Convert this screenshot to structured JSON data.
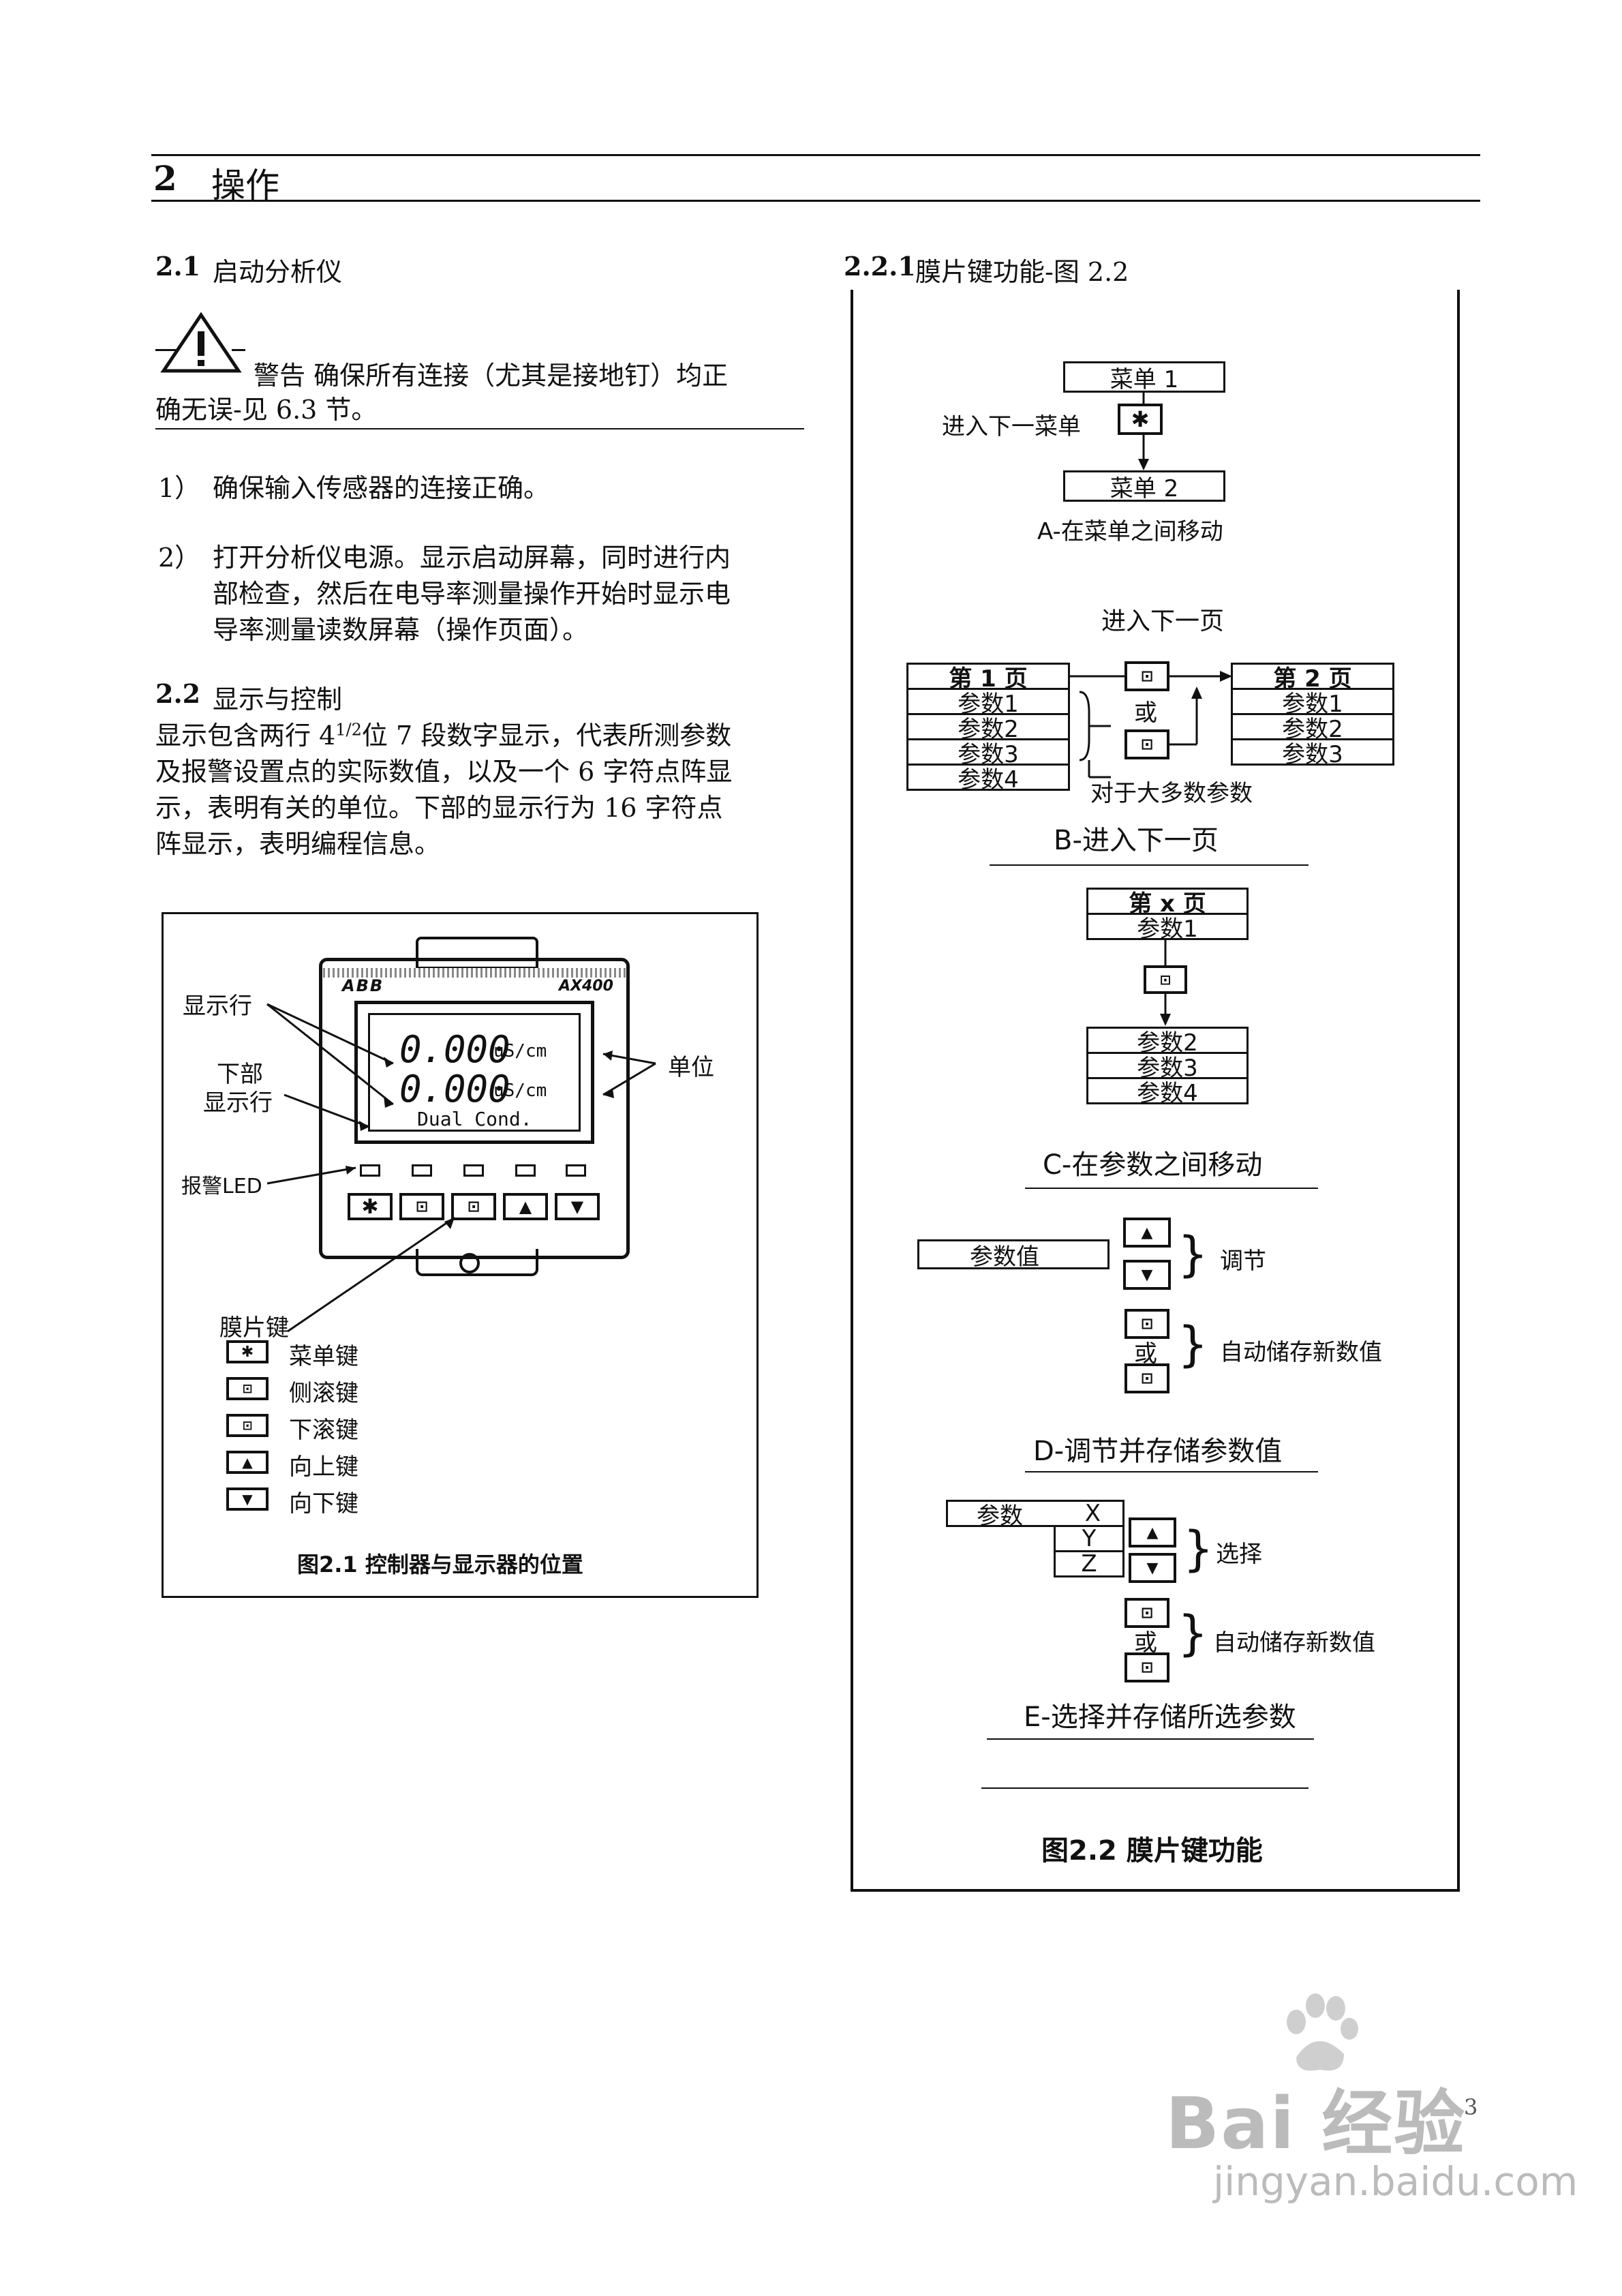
{
  "header": {
    "chapter_num": "2",
    "chapter_title": "操作"
  },
  "s21": {
    "num": "2.1",
    "title": "启动分析仪"
  },
  "warning": {
    "line1": "警告 确保所有连接（尤其是接地钉）均正",
    "line2": "确无误-见 6.3 节。"
  },
  "steps": [
    {
      "num": "1）",
      "lines": [
        "确保输入传感器的连接正确。"
      ]
    },
    {
      "num": "2）",
      "lines": [
        "打开分析仪电源。显示启动屏幕，同时进行内",
        "部检查，然后在电导率测量操作开始时显示电",
        "导率测量读数屏幕（操作页面）。"
      ]
    }
  ],
  "s22": {
    "num": "2.2",
    "title": "显示与控制",
    "p_start": "显示包含两行 4",
    "p_sup": "1/2",
    "p_after": "位 7 段数字显示，代表所测参数",
    "lines": [
      "及报警设置点的实际数值，以及一个 6 字符点阵显",
      "示，表明有关的单位。下部的显示行为 16 字符点",
      "阵显示，表明编程信息。"
    ]
  },
  "fig21": {
    "brand": "ABB",
    "model": "AX400",
    "reading1": "0.000",
    "reading2": "0.000",
    "unit": "uS/cm",
    "bottom_line": "Dual Cond.",
    "label_display_rows": "显示行",
    "label_lower_1": "下部",
    "label_lower_2": "显示行",
    "label_units": "单位",
    "label_alarm": "报警LED",
    "label_membrane": "膜片键",
    "legend": [
      "菜单键",
      "侧滚键",
      "下滚键",
      "向上键",
      "向下键"
    ],
    "caption": "图2.1 控制器与显示器的位置"
  },
  "s221": {
    "num": "2.2.1",
    "title": "膜片键功能-图 2.2"
  },
  "fig22": {
    "A": {
      "menu1": "菜单 1",
      "next_menu": "进入下一菜单",
      "menu2": "菜单 2",
      "caption": "A-在菜单之间移动"
    },
    "B": {
      "next_page": "进入下一页",
      "page1": "第 1 页",
      "page1_params": [
        "参数1",
        "参数2",
        "参数3",
        "参数4"
      ],
      "or": "或",
      "page2": "第 2 页",
      "page2_params": [
        "参数1",
        "参数2",
        "参数3"
      ],
      "most_params": "对于大多数参数",
      "caption": "B-进入下一页"
    },
    "C": {
      "pagex": "第 x 页",
      "param1": "参数1",
      "params": [
        "参数2",
        "参数3",
        "参数4"
      ],
      "caption": "C-在参数之间移动"
    },
    "D": {
      "param_value": "参数值",
      "adjust": "调节",
      "or": "或",
      "autosave": "自动储存新数值",
      "caption": "D-调节并存储参数值"
    },
    "E": {
      "param": "参数",
      "options": [
        "X",
        "Y",
        "Z"
      ],
      "select": "选择",
      "or": "或",
      "autosave": "自动储存新数值",
      "caption": "E-选择并存储所选参数"
    },
    "caption": "图2.2 膜片键功能"
  },
  "footer": {
    "page_number": "3",
    "watermark_brand": "Bai 经验",
    "watermark_url": "jingyan.baidu.com"
  }
}
